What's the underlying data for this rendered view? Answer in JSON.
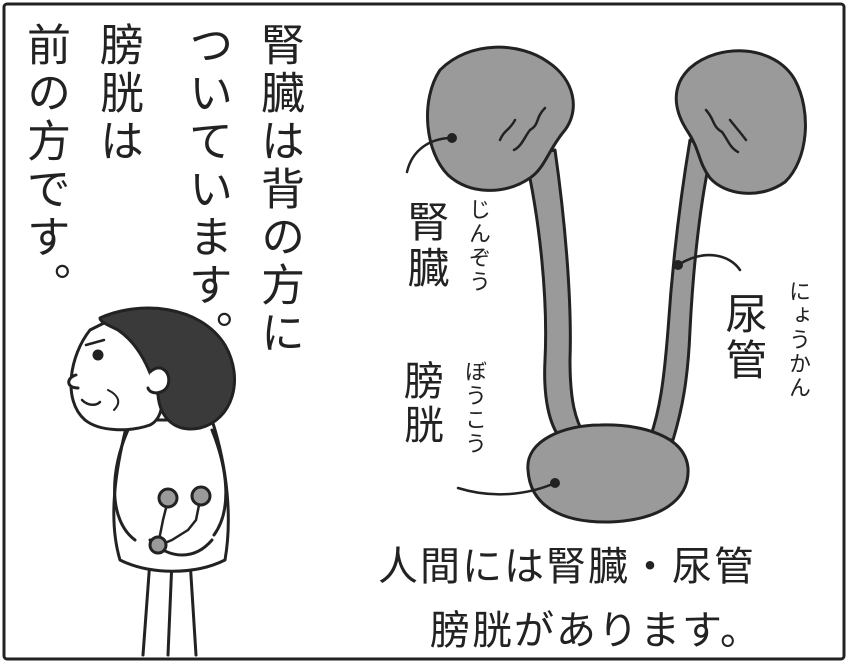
{
  "narration": {
    "col1": "腎臓は背の方に",
    "col2": "ついています。",
    "col3": "膀胱は",
    "col4": "前の方です。"
  },
  "labels": {
    "kidney": "腎臓",
    "kidney_reading": "じんぞう",
    "bladder": "膀胱",
    "bladder_reading": "ぼうこう",
    "ureter": "尿管",
    "ureter_reading": "にょうかん"
  },
  "caption": {
    "line1": "人間には腎臓・尿管",
    "line2": "膀胱があります。"
  },
  "colors": {
    "ink": "#222222",
    "organ_fill": "#9a9a9a",
    "hair_fill": "#3a3a3a",
    "background": "#ffffff"
  }
}
